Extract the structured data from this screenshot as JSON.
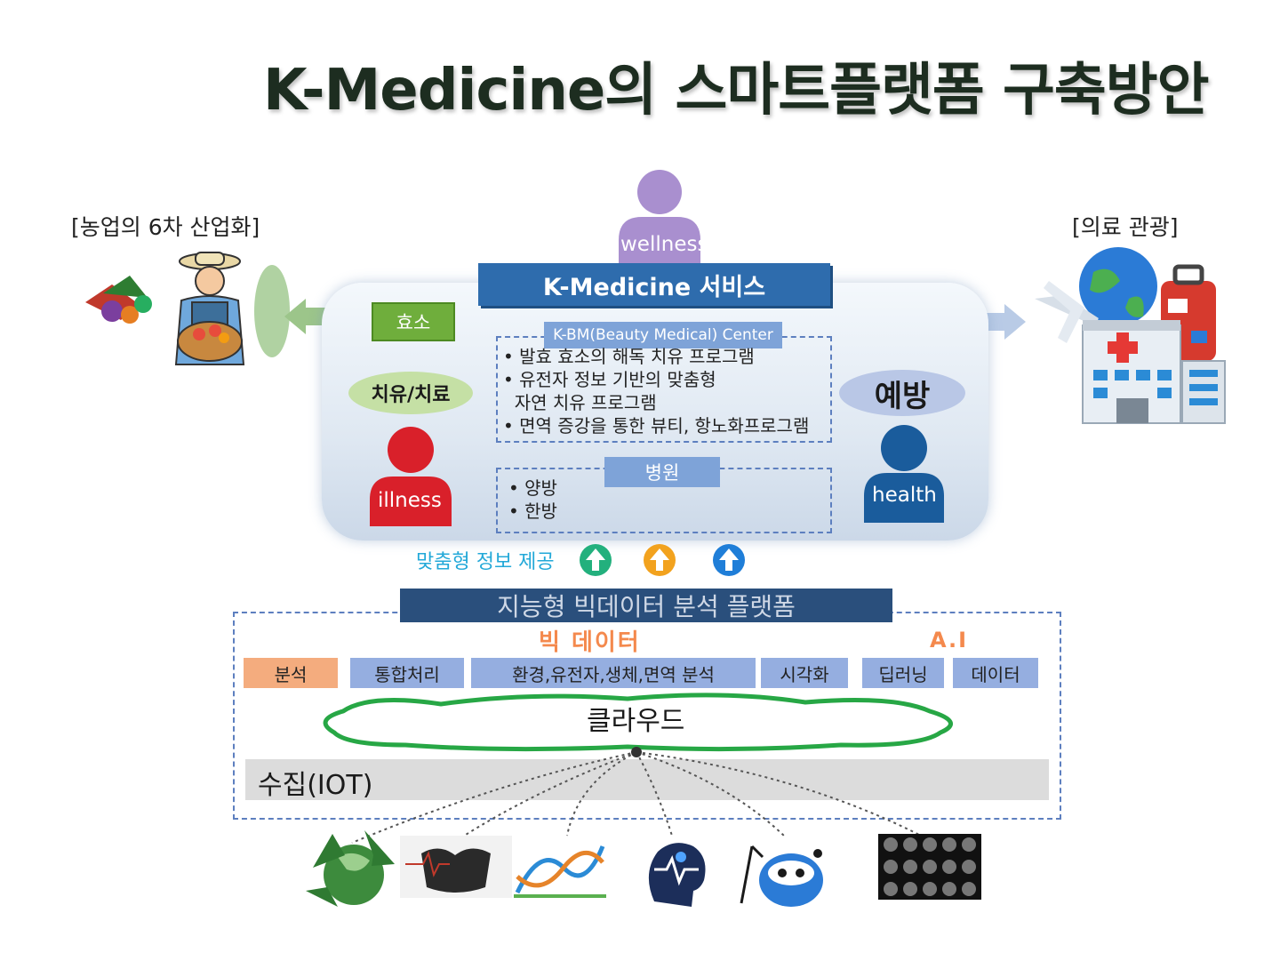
{
  "title": "K-Medicine의 스마트플랫폼 구축방안",
  "left_label": "[농업의 6차 산업화]",
  "right_label": "[의료 관광]",
  "wellness_label": "wellness",
  "service_banner": "K-Medicine 서비스",
  "enzyme_tag": "효소",
  "healing_label": "치유/치료",
  "prevention_label": "예방",
  "illness_label": "illness",
  "health_label": "health",
  "kbm_center": "K-BM(Beauty Medical) Center",
  "kbm_items": [
    "• 발효 효소의 해독 치유 프로그램",
    "• 유전자 정보 기반의 맞춤형",
    "  자연 치유 프로그램",
    "• 면역 증강을 통한 뷰티, 항노화프로그램"
  ],
  "hospital_label": "병원",
  "hospital_items": [
    "• 양방",
    "• 한방"
  ],
  "info_provision": "맞춤형 정보 제공",
  "bigdata_platform": "지능형 빅데이터 분석 플랫폼",
  "big_data_label": "빅 데이터",
  "ai_label": "A.I",
  "analysis_cells": [
    "분석",
    "통합처리",
    "환경,유전자,생체,면역 분석",
    "시각화",
    "딥러닝",
    "데이터"
  ],
  "cloud_label": "클라우드",
  "iot_label": "수집(IOT)",
  "colors": {
    "title": "#1d2d20",
    "service_blue": "#2e6cad",
    "platform_navy": "#2a4f7c",
    "illness_red": "#d9202a",
    "health_blue": "#1a5c9c",
    "wellness_purple": "#a98fcf",
    "accent_orange": "#f4894d",
    "info_cyan": "#22a8d8"
  },
  "icons": [
    "farmer-icon",
    "travel-hospital-icon",
    "recycle-earth-icon",
    "vital-sign-icon",
    "dna-icon",
    "brain-icon",
    "robot-icon",
    "mri-grid-icon"
  ]
}
